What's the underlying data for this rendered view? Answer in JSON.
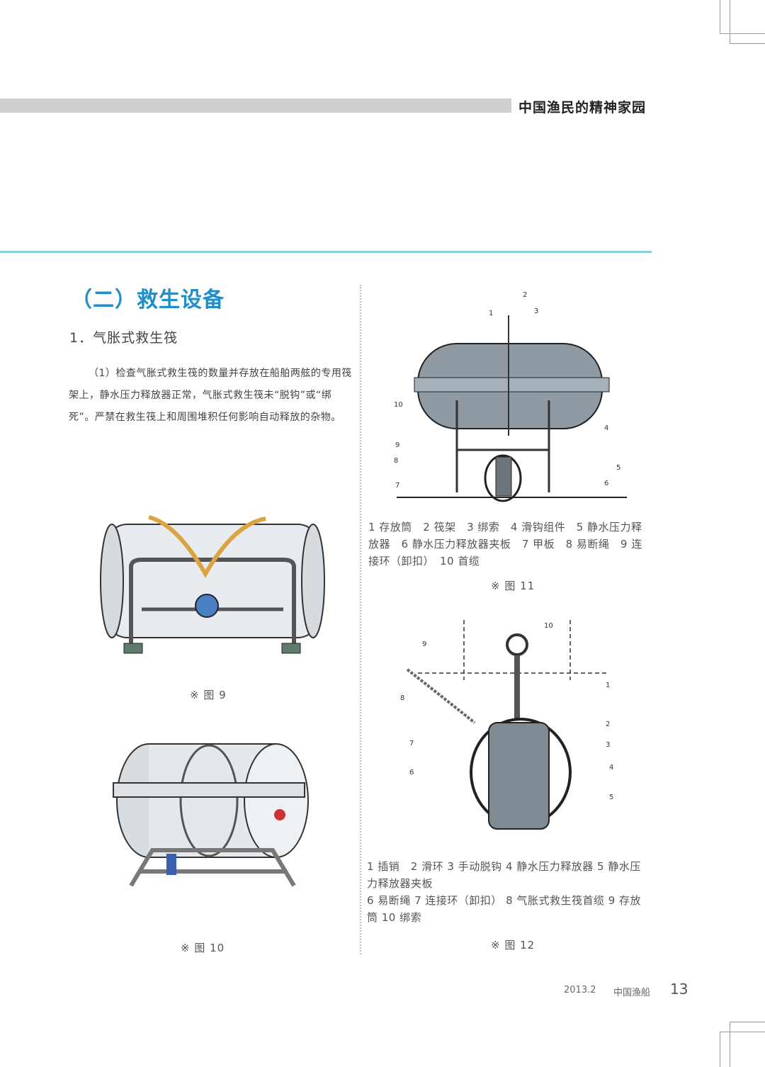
{
  "header": {
    "running_title": "中国渔民的精神家园"
  },
  "section": {
    "title": "（二）救生设备",
    "subtitle": "1．气胀式救生筏",
    "paragraph": "（1）检查气胀式救生筏的数量并存放在船舶两舷的专用筏架上，静水压力释放器正常，气胀式救生筏未“脱钩”或“绑死”。严禁在救生筏上和周围堆积任何影响自动释放的杂物。"
  },
  "figures": [
    {
      "caption": "※ 图 9"
    },
    {
      "caption": "※ 图 10"
    },
    {
      "caption": "※ 图 11",
      "legend": "1 存放筒　2 筏架　3 绑索　4 滑钩组件　5 静水压力释放器　6 静水压力释放器夹板　7 甲板　8 易断绳　9 连接环（卸扣）　10 首缆",
      "labels": [
        "1",
        "2",
        "3",
        "4",
        "5",
        "6",
        "7",
        "8",
        "9",
        "10"
      ]
    },
    {
      "caption": "※ 图 12",
      "legend_lines": [
        "1 插销　2 滑环 3 手动脱钩 4 静水压力释放器 5 静水压力释放器夹板",
        "6 易断绳 7 连接环（卸扣） 8 气胀式救生筏首缆 9 存放筒 10 绑索"
      ],
      "labels": [
        "1",
        "2",
        "3",
        "4",
        "5",
        "6",
        "7",
        "8",
        "9",
        "10"
      ]
    }
  ],
  "footer": {
    "date": "2013.2",
    "magazine": "中国渔船",
    "page": "13"
  },
  "colors": {
    "heading": "#1e8fc8",
    "rule": "#8ccbe6"
  }
}
